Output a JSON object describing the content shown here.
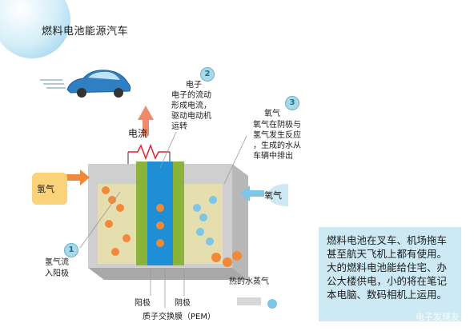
{
  "title": "燃料电池能源汽车",
  "labels": {
    "current": "电流",
    "hydrogen": "氢气",
    "oxygen": "氧气",
    "anode": "阳极",
    "cathode": "阴极",
    "pem": "质子交换膜（PEM）",
    "steam": "热的水蒸气"
  },
  "steps": [
    {
      "num": "1",
      "lines": [
        "氢气流",
        "入阳极"
      ]
    },
    {
      "num": "2",
      "lines": [
        "电子",
        "电子的流动",
        "形成电流，",
        "驱动电动机",
        "运转"
      ]
    },
    {
      "num": "3",
      "lines": [
        "氧气",
        "氧气在阴极与",
        "氢气发生反应",
        "，生成的水从",
        "车辆中排出"
      ]
    }
  ],
  "info_text": "燃料电池在叉车、机场拖车甚至航天飞机上都有使用。大的燃料电池能给住宅、办公大楼供电，小的将在笔记本电脑、数码相机上运用。",
  "watermark": "电子发烧友",
  "colors": {
    "blue_membrane": "#1e8fd6",
    "green_layer": "#8bb33a",
    "electrode": "#c8c8c8",
    "hydrogen": "#f0893a",
    "oxygen": "#7cc6e8",
    "arrow_red": "#e8643c",
    "info_bg": "#cde9f3"
  }
}
